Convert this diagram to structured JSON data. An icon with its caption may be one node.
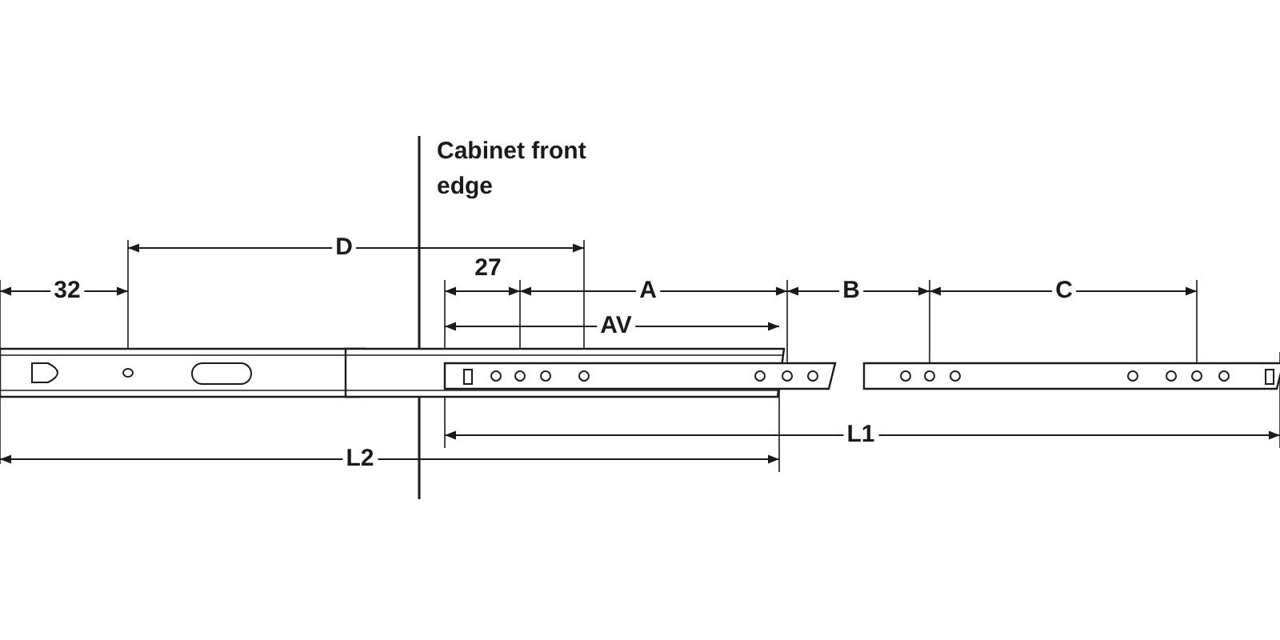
{
  "diagram": {
    "labels": [
      "Cabinet front edge",
      "32",
      "D",
      "27",
      "A",
      "B",
      "C",
      "AV",
      "L2",
      "L1"
    ]
  }
}
